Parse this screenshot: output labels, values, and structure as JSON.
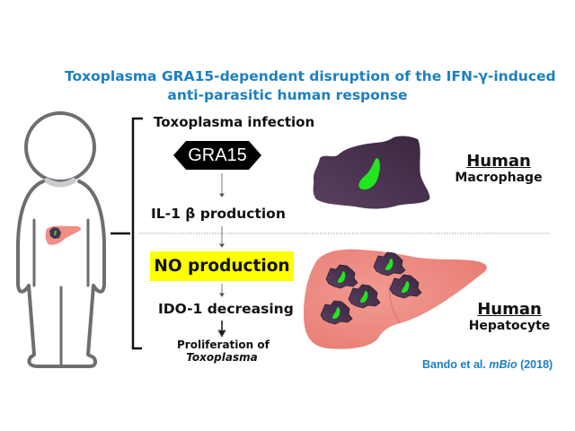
{
  "title": {
    "line1": "Toxoplasma GRA15-dependent disruption of the IFN-γ-induced",
    "line2": "anti-parasitic human response"
  },
  "pathway": {
    "infection": "Toxoplasma infection",
    "effector": "GRA15",
    "il1": "IL-1 β production",
    "no": "NO production",
    "ido": "IDO-1 decreasing",
    "outcome_line1": "Proliferation of",
    "outcome_line2": "Toxoplasma"
  },
  "cells": {
    "macrophage": {
      "species": "Human",
      "type": "Macrophage"
    },
    "hepatocyte": {
      "species": "Human",
      "type": "Hepatocyte"
    }
  },
  "citation": {
    "authors": "Bando et al.",
    "journal": "mBio",
    "year": "(2018)"
  },
  "colors": {
    "title_blue": "#1b7fc4",
    "highlight_yellow": "#ffff00",
    "cell_purple": "#4a3350",
    "parasite_green": "#22e61e",
    "liver_pink": "#ef8f86",
    "figure_gray": "#6e6e6e"
  }
}
